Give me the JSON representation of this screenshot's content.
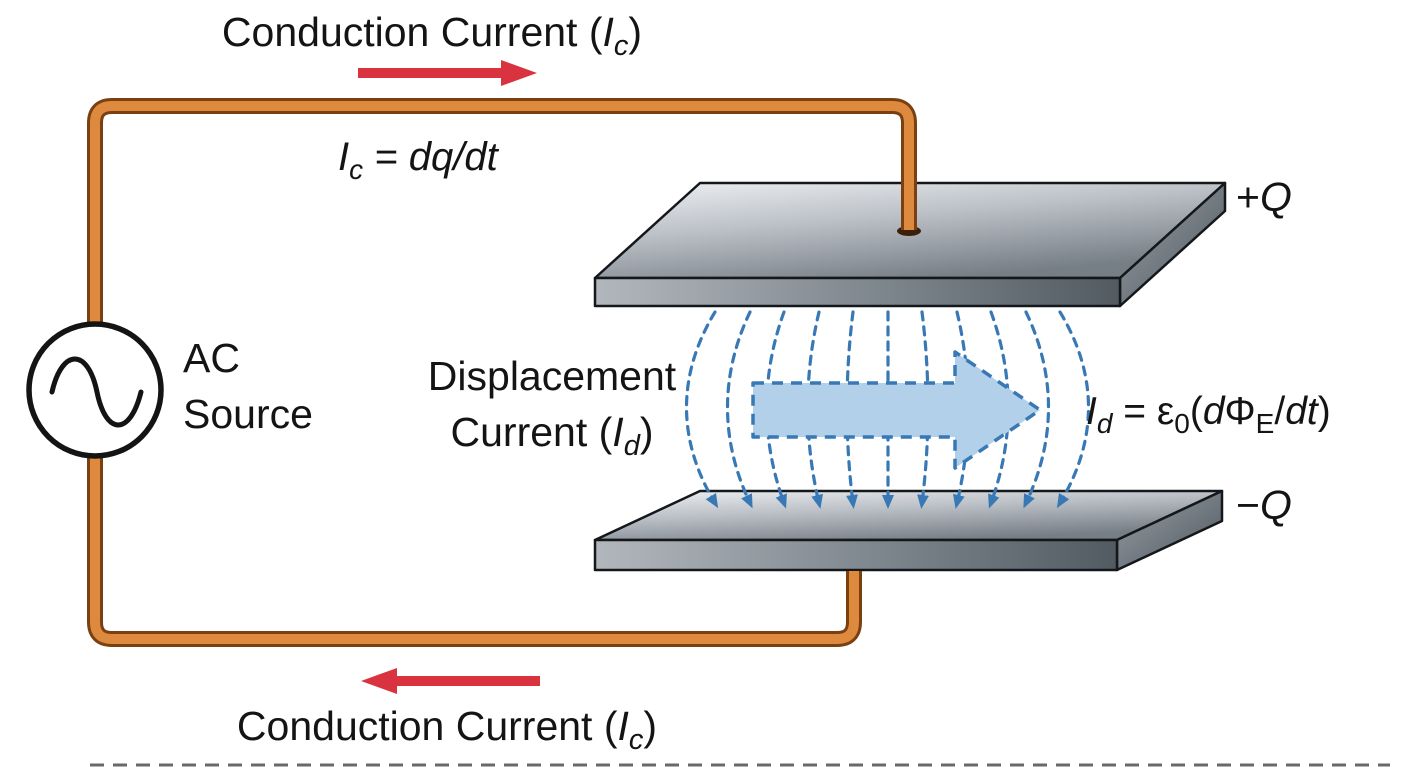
{
  "diagram": {
    "ac_source": {
      "line1": "AC",
      "line2": "Source"
    },
    "conduction_top": {
      "pre": "Conduction Current (",
      "sym": "I",
      "sub": "c",
      "post": ")"
    },
    "conduction_bottom": {
      "pre": "Conduction Current (",
      "sym": "I",
      "sub": "c",
      "post": ")"
    },
    "ic_formula": {
      "sym": "I",
      "sub": "c",
      "rest": " = dq/dt"
    },
    "displacement": {
      "line1": "Displacement",
      "pre": "Current (",
      "sym": "I",
      "sub": "d",
      "post": ")"
    },
    "id_formula": {
      "sym": "I",
      "sub": "d",
      "eq": " = ",
      "eps": "ε",
      "eps_sub": "0",
      "open": "(",
      "d": "d",
      "phi": "Φ",
      "phi_sub": "E",
      "slash": "/",
      "dt": "dt",
      "close": ")"
    },
    "top_plate_charge": {
      "sign": "+",
      "q": "Q"
    },
    "bottom_plate_charge": {
      "sign": "−",
      "q": "Q"
    }
  },
  "colors": {
    "wire": "#DD8A3E",
    "wire_outline": "#7A4012",
    "red_arrow": "#D8333F",
    "field_line": "#3878B4",
    "displacement_fill": "#B3D0EA",
    "text": "#141414"
  }
}
